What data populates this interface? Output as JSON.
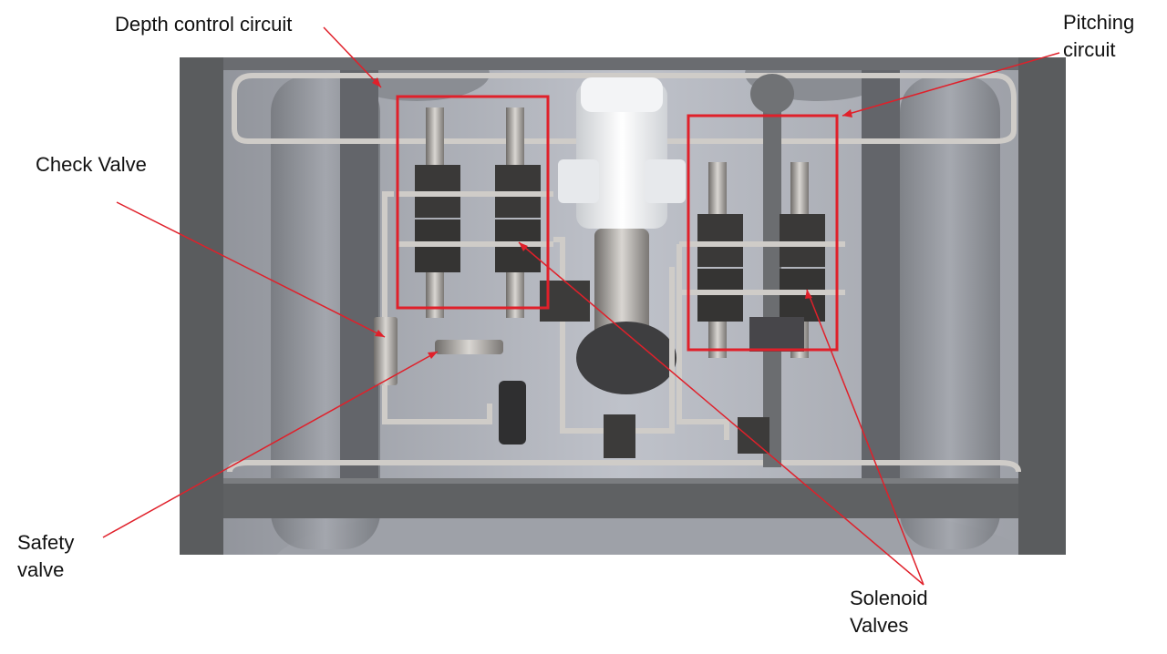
{
  "labels": {
    "depth_control": "Depth control circuit",
    "pitching_line1": "Pitching",
    "pitching_line2": "circuit",
    "check_valve": "Check Valve",
    "safety_line1": "Safety",
    "safety_line2": "valve",
    "solenoid_line1": "Solenoid",
    "solenoid_line2": "Valves"
  },
  "colors": {
    "callout": "#e0202a",
    "frame": "#5f6163",
    "background_panel": "#b4b7bf",
    "pipe": "#c9c6c2",
    "valve_block": "#3a3938",
    "filter": "#eef0f2"
  }
}
